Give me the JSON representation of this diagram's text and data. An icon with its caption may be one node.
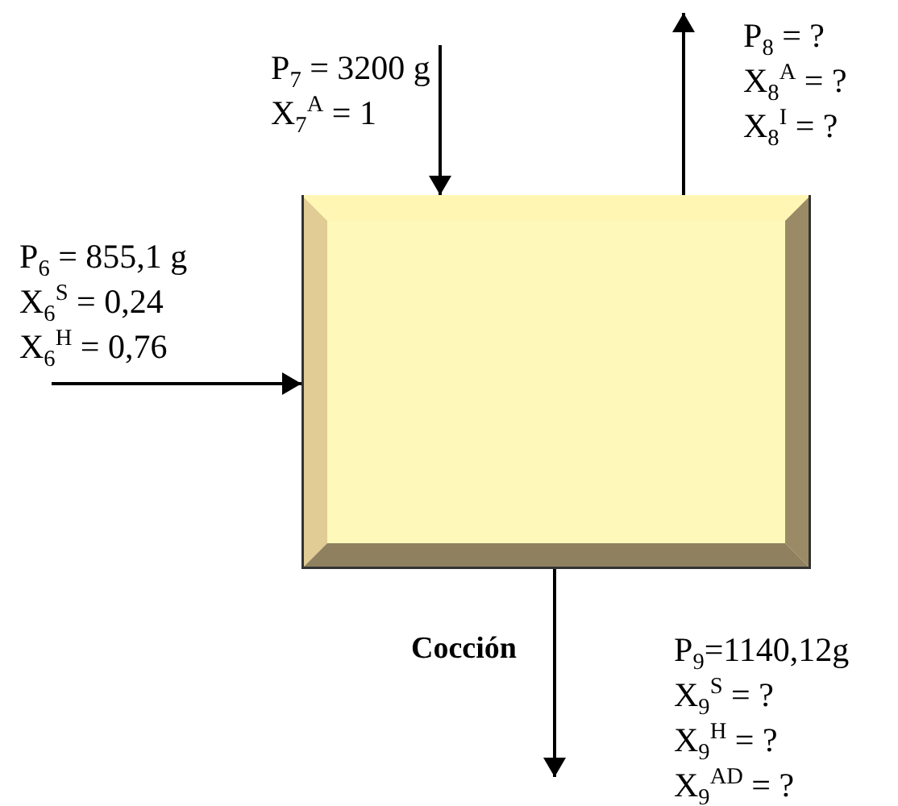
{
  "diagram": {
    "nodes": [
      {
        "text": [],
        "shape": "box",
        "beside": [
          "Cocción"
        ]
      },
      {
        "text": [
          "P$_{7}$ = 3200 g",
          "X$_{7}$$^{A}$ = 1"
        ]
      },
      {
        "text": [
          "P$_{8}$ = ?",
          "X$_{8}$$^{A}$ = ?",
          "X$_{8}$$^{I}$ = ?"
        ]
      },
      {
        "text": [
          "P$_{6}$ = 855,1 g",
          "X$_{6}$$^{S}$ = 0,24",
          "X$_{6}$$^{H}$ = 0,76"
        ]
      },
      {
        "text": [
          "P$_{9}$=1140,12g",
          "X$_{9}$$^{S}$ = ?",
          "X$_{9}$$^{H}$ = ?",
          "X$_{9}$$^{AD}$ = ?"
        ]
      }
    ],
    "edges": [
      {
        "from": 1,
        "to": 0,
        "arrow": "to"
      },
      {
        "from": 0,
        "to": 2,
        "arrow": "to"
      },
      {
        "from": 3,
        "to": 0,
        "arrow": "to"
      },
      {
        "from": 0,
        "to": 4,
        "arrow": "to"
      }
    ]
  }
}
